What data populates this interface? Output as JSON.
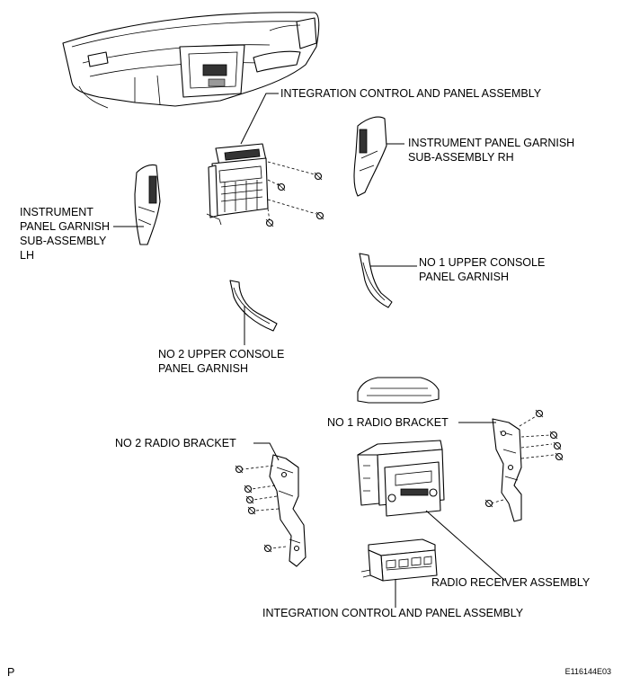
{
  "labels": {
    "integration_top": "INTEGRATION CONTROL AND PANEL ASSEMBLY",
    "garnish_rh": [
      "INSTRUMENT PANEL GARNISH",
      "SUB-ASSEMBLY RH"
    ],
    "garnish_lh": [
      "INSTRUMENT",
      "PANEL GARNISH",
      "SUB-ASSEMBLY",
      "LH"
    ],
    "no1_upper_console": [
      "NO  1 UPPER CONSOLE",
      "PANEL GARNISH"
    ],
    "no2_upper_console": [
      "NO  2 UPPER CONSOLE",
      "PANEL GARNISH"
    ],
    "no1_radio_bracket": "NO  1 RADIO BRACKET",
    "no2_radio_bracket": "NO  2 RADIO BRACKET",
    "radio_receiver": "RADIO RECEIVER ASSEMBLY",
    "integration_bottom": "INTEGRATION CONTROL AND PANEL ASSEMBLY"
  },
  "footer": {
    "corner_letter": "P",
    "figure_code": "E116144E03"
  }
}
